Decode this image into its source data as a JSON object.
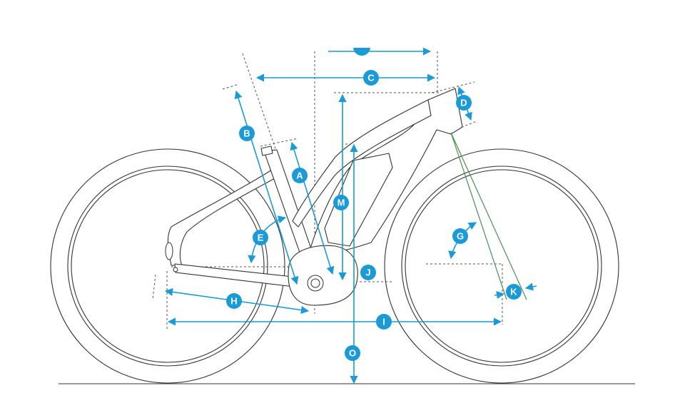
{
  "title": "Bike geometry diagram",
  "colors": {
    "dimension": "#1a9ad6",
    "frame": "#333333",
    "trail": "#4b8f57"
  },
  "labels": {
    "A": "A",
    "B": "B",
    "C": "C",
    "D": "D",
    "E": "E",
    "G": "G",
    "H": "H",
    "I": "I",
    "J": "J",
    "K": "K",
    "M": "M",
    "O": "O"
  }
}
